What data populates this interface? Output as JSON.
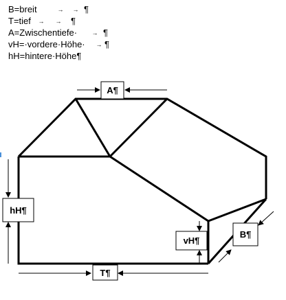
{
  "legend": [
    {
      "term": "B=breit",
      "arrows": [
        "→",
        "→"
      ],
      "pilcrow": "¶"
    },
    {
      "term": "T=tief",
      "arrows": [
        "→",
        "→"
      ],
      "pilcrow": "¶"
    },
    {
      "term": "A=Zwischentiefe·",
      "arrows": [
        "→"
      ],
      "pilcrow": "¶"
    },
    {
      "term": "vH=·vordere·Höhe·",
      "arrows": [
        "→"
      ],
      "pilcrow": "¶"
    },
    {
      "term": "hH=hintere·Höhe",
      "arrows": [],
      "pilcrow": "¶"
    }
  ],
  "labels": {
    "A": "A¶",
    "hH": "hH¶",
    "vH": "vH¶",
    "B": "B¶",
    "T": "T¶"
  },
  "colors": {
    "line": "#000000",
    "background": "#ffffff",
    "left_marker": "#4a90d9"
  }
}
